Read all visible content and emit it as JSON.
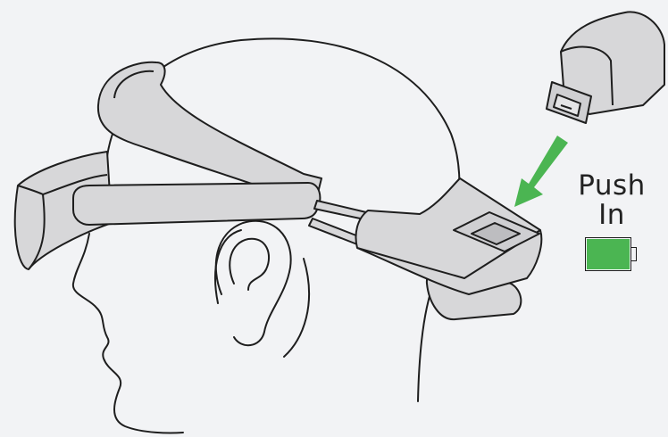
{
  "labels": {
    "line1": "Push",
    "line2": "In"
  },
  "icons": {
    "headset": "vr-headset-on-head-illustration",
    "battery_pack": "battery-pack-module",
    "arrow": "insert-arrow-icon",
    "battery": "battery-full-icon"
  },
  "colors": {
    "background": "#f2f3f5",
    "device": "#d7d7d9",
    "outline": "#1e1e1e",
    "accent": "#4bb552"
  },
  "battery_level": 1.0
}
